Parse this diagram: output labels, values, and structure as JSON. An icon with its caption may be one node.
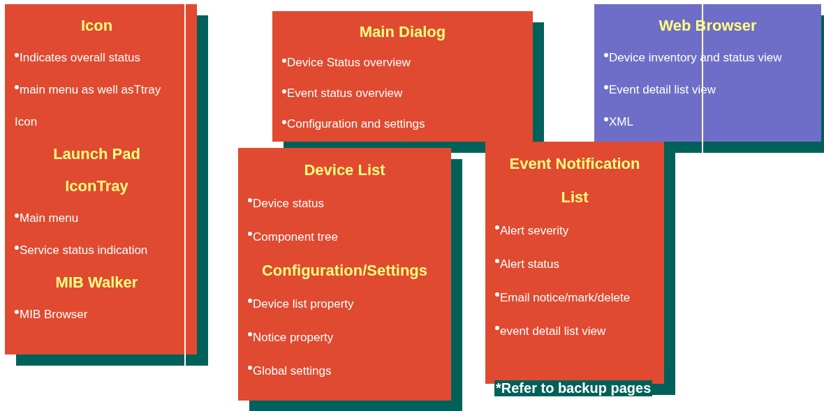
{
  "diagram": {
    "nodes": [
      {
        "text": [
          "Icon",
          "Indicates overall status",
          "main menu as well asTtray Icon",
          "Launch Pad",
          "IconTray",
          "Main menu",
          "Service status indication",
          "MIB Walker",
          "MIB Browser"
        ]
      },
      {
        "text": [
          "Main Dialog",
          "Device Status overview",
          "Event status overview",
          "Configuration and settings"
        ]
      },
      {
        "text": [
          "Web Browser",
          "Device inventory and status view",
          "Event detail list view",
          "XML"
        ]
      },
      {
        "text": [
          "Device List",
          "Device status",
          "Component tree",
          "Configuration/Settings",
          "Device list property",
          "Notice property",
          "Global settings"
        ]
      },
      {
        "text": [
          "Event Notification List",
          "Alert severity",
          "Alert status",
          "Email notice/mark/delete",
          "event detail list view"
        ]
      }
    ],
    "labels": [
      "*Refer to backup pages"
    ]
  }
}
